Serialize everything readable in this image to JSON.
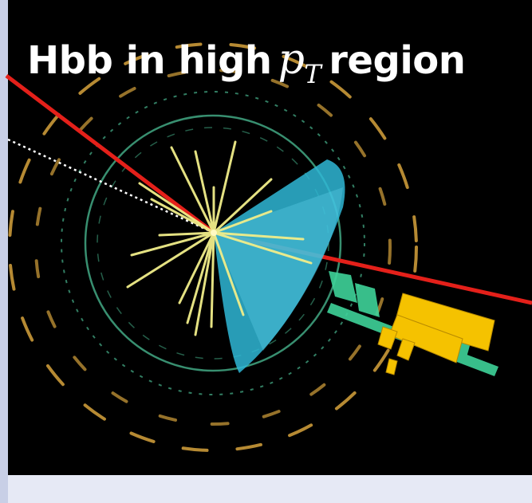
{
  "title": {
    "prefix": "Hbb in high",
    "symbol": "p",
    "subscript": "T",
    "suffix": "region"
  },
  "colors": {
    "background": "#000000",
    "frame_left": "#c8cfe6",
    "frame_bottom": "#e6e9f5",
    "muon_track": "#e4201a",
    "jet_cone": "#2fb7d6",
    "tracks": "#f1ee8a",
    "calorimeter": "#f5c200",
    "green_towers": "#3fd39a",
    "detector_rings": "#d6a23c",
    "inner_ring": "#3e9e7c"
  }
}
